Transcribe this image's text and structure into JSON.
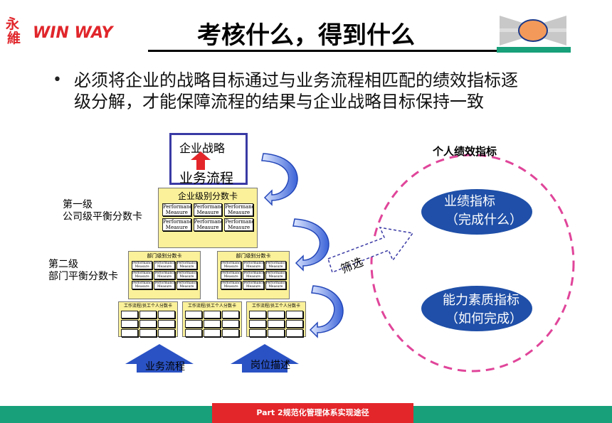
{
  "header": {
    "logo_char_1": "永",
    "logo_char_2": "維",
    "logo_text": "WIN WAY",
    "title": "考核什么，得到什么"
  },
  "bullet": {
    "line1": "必须将企业的战略目标通过与业务流程相匹配的绩效指标逐",
    "line2": "级分解，才能保障流程的结果与企业战略目标保持一致"
  },
  "diagram": {
    "strategy": "企业战略",
    "process": "业务流程",
    "level1_line1": "第一级",
    "level1_line2": "公司级平衡分数卡",
    "level2_line1": "第二级",
    "level2_line2": "部门平衡分数卡",
    "company_card_title": "企业级别分数卡",
    "dept_card_title": "部门级别分数卡",
    "employee_card_title": "工作流程/员工个人分数卡",
    "cell_line1": "Performance",
    "cell_line2": "Measure",
    "filter": "筛选",
    "personal_kpi_title": "个人绩效指标",
    "oval1_line1": "业绩指标",
    "oval1_line2": "（完成什么）",
    "oval2_line1": "能力素质指标",
    "oval2_line2": "（如何完成）",
    "bottom_arrow_1": "业务流程",
    "bottom_arrow_2": "岗位描述"
  },
  "footer": {
    "text": "Part 2规范化管理体系实现途径"
  },
  "colors": {
    "brand_red": "#e0262b",
    "footer_green": "#17a07a",
    "card_yellow": "#fbf19a",
    "oval_blue": "#1f4fa8",
    "dash_pink": "#e0459a",
    "arrow_blue": "#2346b8"
  }
}
